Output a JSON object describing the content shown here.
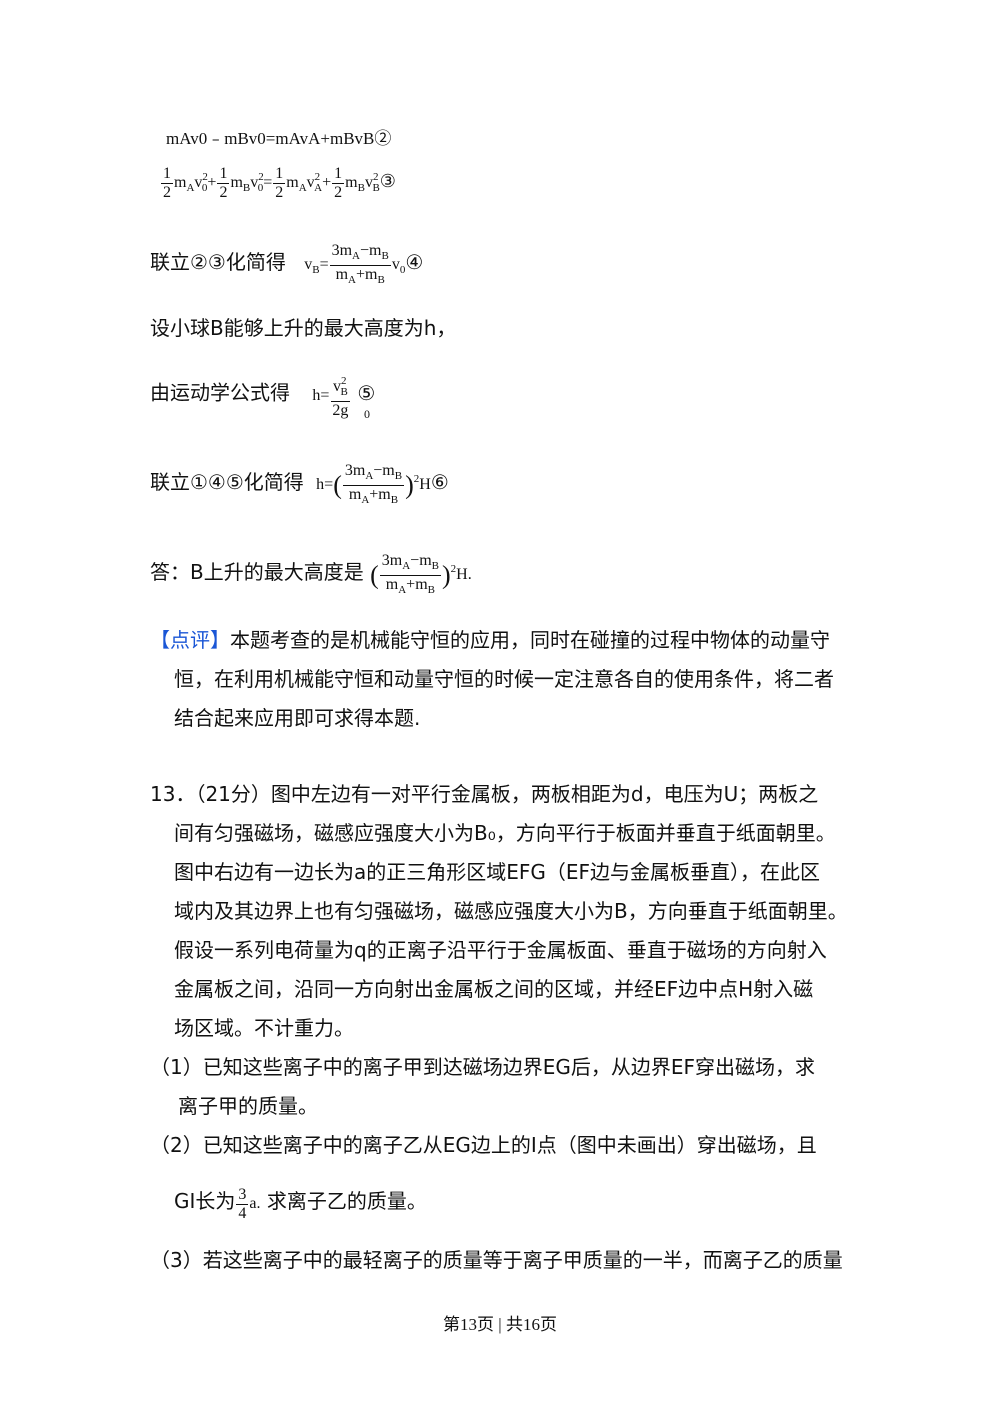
{
  "lines": {
    "eq2": "mAv0﹣mBv0=mAvA+mBvB②",
    "eq3_tail": "③",
    "lian23": "联立②③化简得",
    "eq4_tail": "④",
    "setball": "设小球B能够上升的最大高度为h，",
    "yundong": "由运动学公式得",
    "eq5_tail": "⑤",
    "lian145": "联立①④⑤化简得",
    "eq6_tail": "⑥",
    "answer": "答：B上升的最大高度是",
    "answer_tail": "H."
  },
  "comment": {
    "label": "【点评】",
    "l1": "本题考查的是机械能守恒的应用，同时在碰撞的过程中物体的动量守",
    "l2": "恒，在利用机械能守恒和动量守恒的时候一定注意各自的使用条件，将二者",
    "l3": "结合起来应用即可求得本题."
  },
  "q13": {
    "l1": "13．（21分）图中左边有一对平行金属板，两板相距为d，电压为U；两板之",
    "l2": "间有匀强磁场，磁感应强度大小为B₀，方向平行于板面并垂直于纸面朝里。",
    "l3": "图中右边有一边长为a的正三角形区域EFG（EF边与金属板垂直），在此区",
    "l4": "域内及其边界上也有匀强磁场，磁感应强度大小为B，方向垂直于纸面朝里。",
    "l5": "假设一系列电荷量为q的正离子沿平行于金属板面、垂直于磁场的方向射入",
    "l6": "金属板之间，沿同一方向射出金属板之间的区域，并经EF边中点H射入磁",
    "l7": "场区域。不计重力。",
    "p1a": "（1）已知这些离子中的离子甲到达磁场边界EG后，从边界EF穿出磁场，求",
    "p1b": "离子甲的质量。",
    "p2a": "（2）已知这些离子中的离子乙从EG边上的I点（图中未画出）穿出磁场，且",
    "p2b_pre": "GI长为",
    "p2b_post": "求离子乙的质量。",
    "p3a": "（3）若这些离子中的最轻离子的质量等于离子甲质量的一半，而离子乙的质量"
  },
  "footer": "第13页 | 共16页"
}
